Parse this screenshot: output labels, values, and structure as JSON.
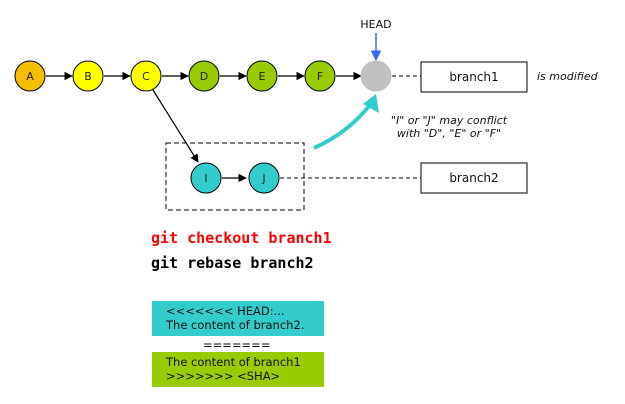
{
  "colors": {
    "node_orange": "#f6be00",
    "node_yellow": "#ffff00",
    "node_green": "#99cc00",
    "node_teal": "#33cccc",
    "node_head": "#c0c0c0",
    "arrow_blue": "#3366ff",
    "cmd_red": "#ff0000",
    "panel_teal": "#33cccc",
    "panel_green": "#99cc00"
  },
  "head_label": "HEAD",
  "main_nodes": [
    "A",
    "B",
    "C",
    "D",
    "E",
    "F"
  ],
  "side_nodes": [
    "I",
    "J"
  ],
  "branch1_label": "branch1",
  "branch2_label": "branch2",
  "is_modified_note": "is modified",
  "conflict_note": {
    "line1": "\"I\" or \"J\" may conflict",
    "line2": "with \"D\", \"E\" or \"F\""
  },
  "commands": {
    "checkout": "git checkout branch1",
    "rebase": "git rebase branch2"
  },
  "conflict_marker": {
    "head_line1": "<<<<<<< HEAD:...",
    "head_line2": "The content of branch2.",
    "separator": "=======",
    "other_line1": "The content of branch1",
    "other_line2": ">>>>>>> <SHA>"
  }
}
